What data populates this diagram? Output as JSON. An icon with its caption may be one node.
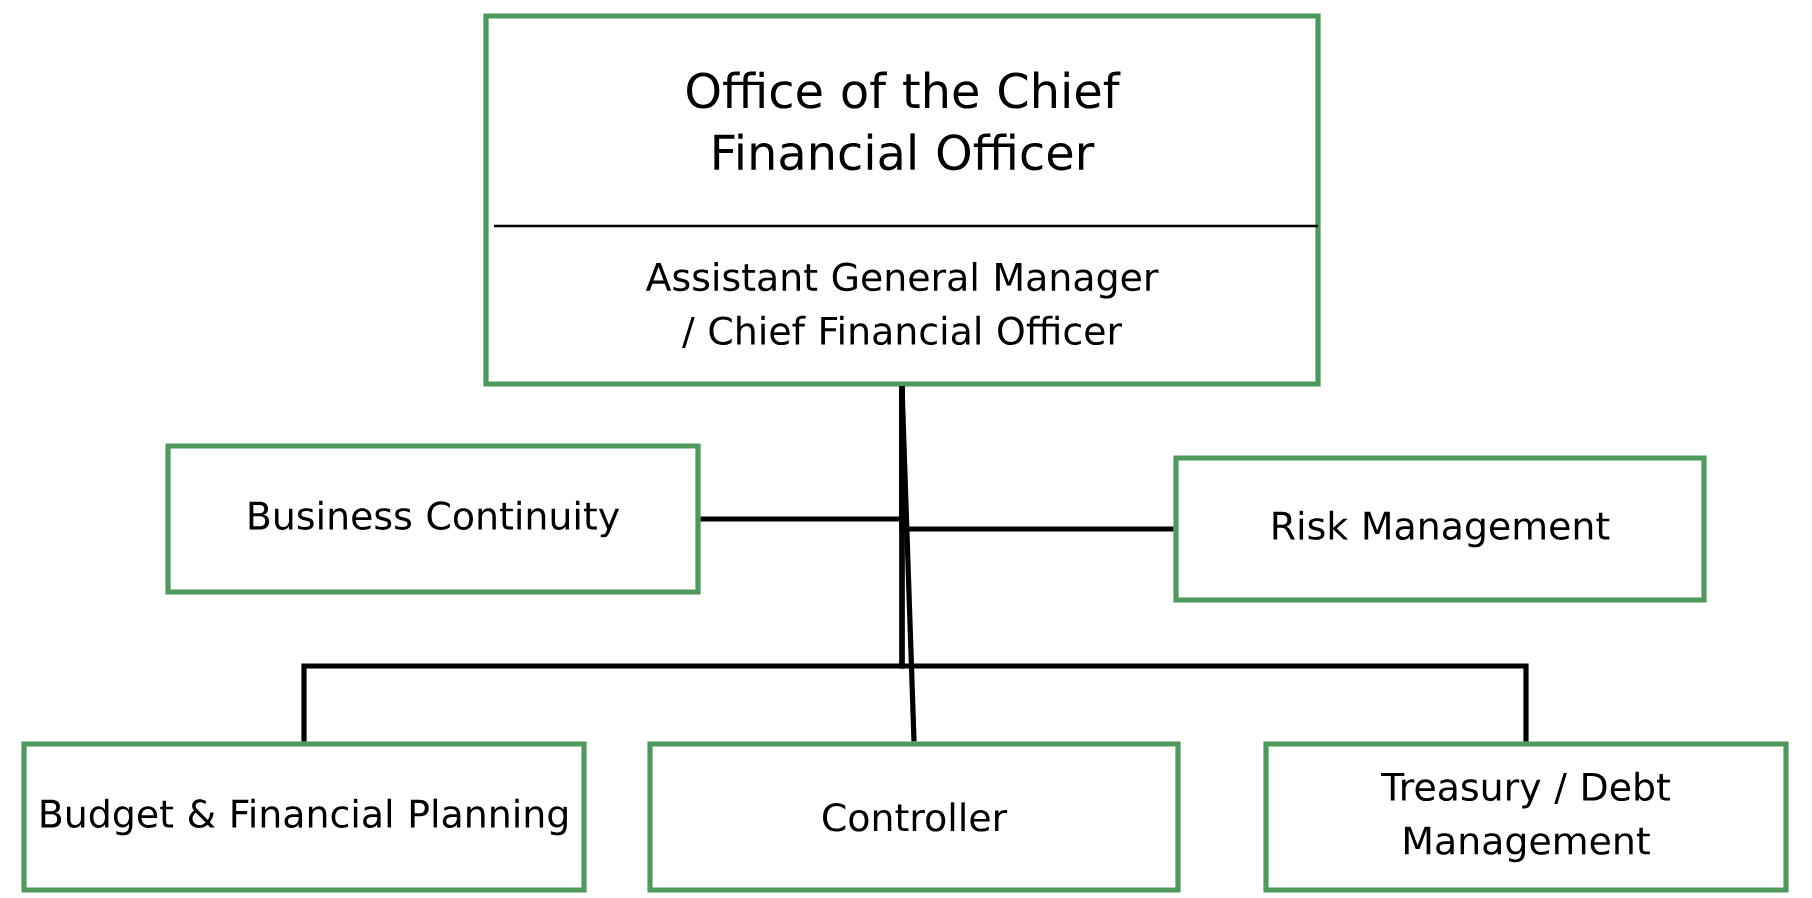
{
  "diagram": {
    "nodes": [
      {
        "text": [
          "Office of the Chief Financial Officer",
          "Assistant General Manager / Chief Financial Officer"
        ]
      },
      {
        "text": [
          "Business Continuity"
        ]
      },
      {
        "text": [
          "Risk Management"
        ]
      },
      {
        "text": [
          "Budget & Financial Planning"
        ]
      },
      {
        "text": [
          "Controller"
        ]
      },
      {
        "text": [
          "Treasury / Debt Management"
        ]
      }
    ],
    "edges": [
      {
        "from": 0,
        "to": 1,
        "arrow": "none"
      },
      {
        "from": 0,
        "to": 2,
        "arrow": "none"
      },
      {
        "from": 0,
        "to": 3,
        "arrow": "none"
      },
      {
        "from": 0,
        "to": 4,
        "arrow": "none"
      },
      {
        "from": 0,
        "to": 5,
        "arrow": "none"
      }
    ]
  }
}
